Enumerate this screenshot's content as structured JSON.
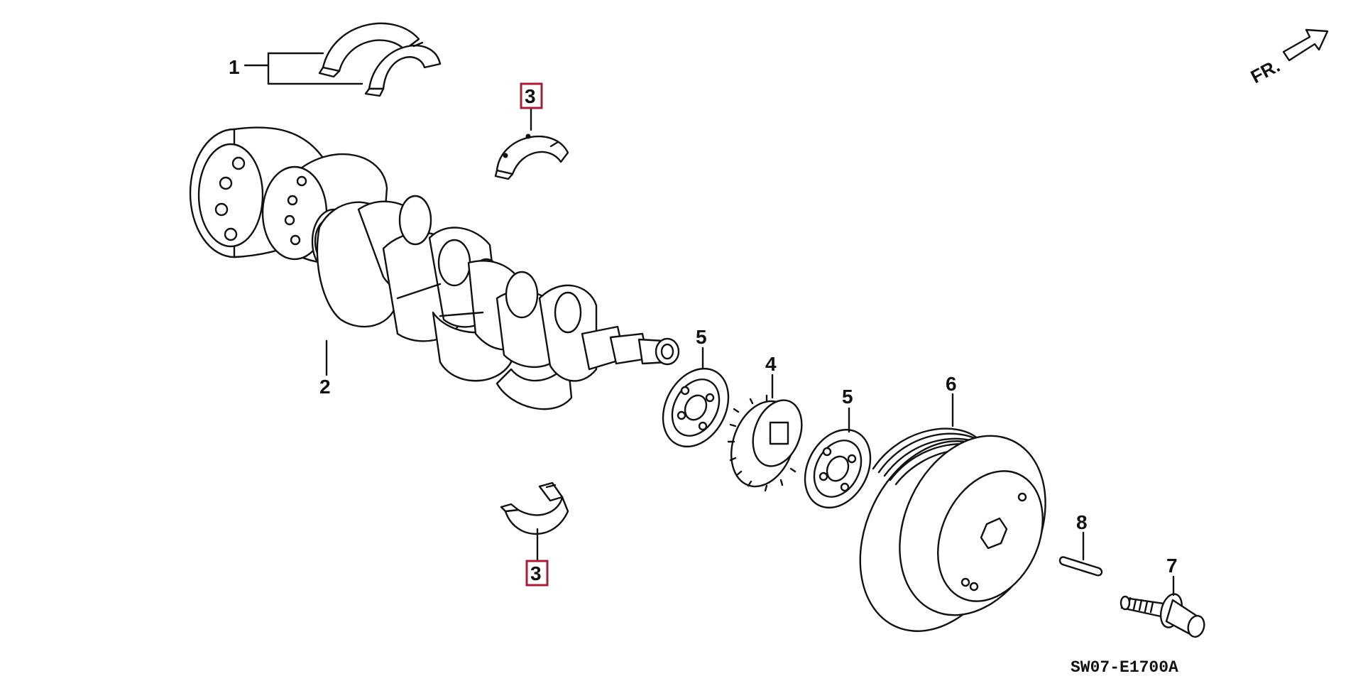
{
  "diagram": {
    "drawing_code": "SW07-E1700A",
    "front_indicator": "FR.",
    "highlight_color": "#a0203a",
    "callouts": [
      {
        "ref": "1",
        "part": "main-bearing-upper-halves"
      },
      {
        "ref": "2",
        "part": "crankshaft"
      },
      {
        "ref": "3",
        "part": "connecting-rod-bearing-upper",
        "highlighted": true
      },
      {
        "ref": "3",
        "part": "connecting-rod-bearing-lower",
        "highlighted": true
      },
      {
        "ref": "4",
        "part": "timing-belt-drive-pulley"
      },
      {
        "ref": "5",
        "part": "belt-guide-plate-front"
      },
      {
        "ref": "5",
        "part": "belt-guide-plate-rear"
      },
      {
        "ref": "6",
        "part": "crankshaft-pulley"
      },
      {
        "ref": "7",
        "part": "pulley-bolt"
      },
      {
        "ref": "8",
        "part": "woodruff-key"
      }
    ]
  }
}
